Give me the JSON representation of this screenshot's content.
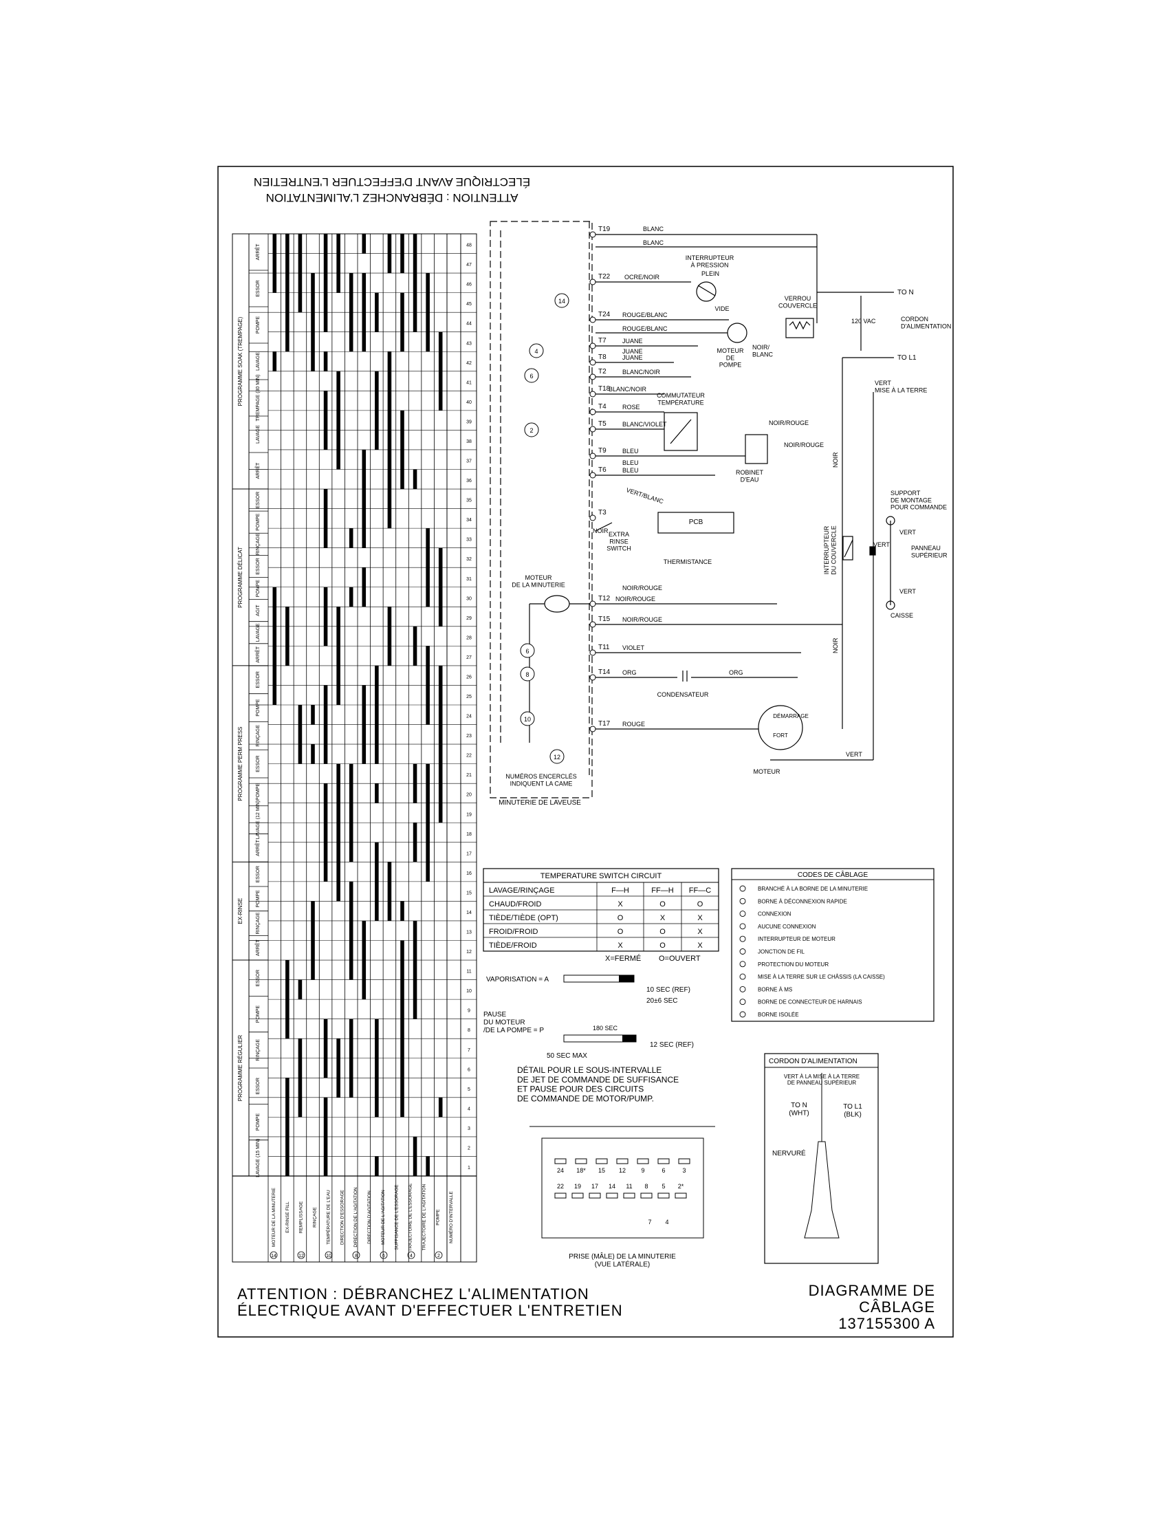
{
  "attention": {
    "line1": "ATTENTION : DÉBRANCHEZ L'ALIMENTATION",
    "line2": "ÉLECTRIQUE AVANT D'EFFECTUER L'ENTRETIEN"
  },
  "title": {
    "name": "DIAGRAMME DE CÂBLAGE",
    "number": "137155300 A"
  },
  "terminals": [
    "T19",
    "T22",
    "T24",
    "T7",
    "T8",
    "T2",
    "T18",
    "T4",
    "T5",
    "T9",
    "T6",
    "T3",
    "T12",
    "T15",
    "T11",
    "T14",
    "T17"
  ],
  "cams": [
    "14",
    "4",
    "6",
    "2",
    "8",
    "10",
    "12"
  ],
  "wires": {
    "w_blanc1": "BLANC",
    "w_blanc2": "BLANC",
    "w_ocre": "OCRE/NOIR",
    "w_rb1": "ROUGE/BLANC",
    "w_rb2": "ROUGE/BLANC",
    "w_jaune1": "JUANE",
    "w_jaune2": "JUANE",
    "w_jaune3": "JUANE",
    "w_bn": "BLANC/NOIR",
    "w_bn2": "BLANC/NOIR",
    "w_rose": "ROSE",
    "w_bv": "BLANC/VIOLET",
    "w_bleu1": "BLEU",
    "w_bleu2": "BLEU",
    "w_bleu3": "BLEU",
    "w_vb": "VERT/BLANC",
    "w_noir": "NOIR",
    "w_nr1": "NOIR/ROUGE",
    "w_nr2": "NOIR/ROUGE",
    "w_nr3": "NOIR/ROUGE",
    "w_nr4": "NOIR/ROUGE",
    "w_nr5": "NOIR/ROUGE",
    "w_violet": "VIOLET",
    "w_org1": "ORG",
    "w_org2": "ORG",
    "w_rouge": "ROUGE",
    "w_vert": "VERT",
    "w_noir_v": "NOIR",
    "w_noir_v2": "NOIR",
    "w_noirblanc": "NOIR/\nBLANC"
  },
  "components": {
    "pressure_switch": "INTERRUPTEUR\nÀ PRESSION",
    "plein": "PLEIN",
    "vide": "VIDE",
    "lid_lock": "VERROU\nCOUVERCLE",
    "pump_motor": "MOTEUR\nDE\nPOMPE",
    "temp_switch": "COMMUTATEUR\nTEMPÉRATURE",
    "water_valve": "ROBINET\nD'EAU",
    "pcb": "PCB",
    "extra_rinse": "EXTRA\nRINSE\nSWITCH",
    "thermistance": "THERMISTANCE",
    "timer_motor": "MOTEUR\nDE LA MINUTERIE",
    "condensateur": "CONDENSATEUR",
    "demarrage": "DÉMARRAGE",
    "fort": "FORT",
    "moteur": "MOTEUR",
    "lid_switch": "INTERRUPTEUR\nDU COUVERCLE",
    "to_n": "TO N",
    "to_l1": "TO L1",
    "vac": "120 VAC",
    "cordon": "CORDON\nD'ALIMENTATION",
    "ground": "VERT\nMISE À LA TERRE",
    "support": "SUPPORT\nDE MONTAGE\nPOUR COMMANDE",
    "panneau": "PANNEAU\nSUPÉRIEUR",
    "caisse": "CAISSE",
    "vert1": "VERT",
    "vert2": "VERT",
    "vert3": "VERT",
    "cam_note": "NUMÉROS ENCERCLÉS\nINDIQUENT LA CAME",
    "timer_label": "MINUTERIE DE LAVEUSE"
  },
  "temp_table": {
    "title": "TEMPERATURE SWITCH CIRCUIT",
    "headers": [
      "LAVAGE/RINÇAGE",
      "F—H",
      "FF—H",
      "FF—C"
    ],
    "rows": [
      [
        "CHAUD/FROID",
        "X",
        "O",
        "O"
      ],
      [
        "TIÈDE/TIÈDE  (OPT)",
        "O",
        "X",
        "X"
      ],
      [
        "FROID/FROID",
        "O",
        "O",
        "X"
      ],
      [
        "TIÈDE/FROID",
        "X",
        "O",
        "X"
      ]
    ],
    "footnote_x": "X=FERMÉ",
    "footnote_o": "O=OUVERT"
  },
  "codes": {
    "title": "CODES DE CÂBLAGE",
    "items": [
      "BRANCHÉ À LA BORNE DE LA MINUTERIE",
      "BORNE À DÉCONNEXION RAPIDE",
      "CONNEXION",
      "AUCUNE CONNEXION",
      "INTERRUPTEUR DE MOTEUR",
      "JONCTION DE FIL",
      "PROTECTION DU MOTEUR",
      "MISE À LA TERRE SUR LE CHÂSSIS (LA CAISSE)",
      "BORNE À MS",
      "BORNE DE CONNECTEUR DE HARNAIS",
      "BORNE ISOLÉE"
    ]
  },
  "timing": {
    "vaporisation": "VAPORISATION = A",
    "pause": "PAUSE\nDU MOTEUR\n/DE LA POMPE = P",
    "s10": "10 SEC (REF)",
    "s20": "20±6 SEC",
    "s180": "180 SEC",
    "s50": "50 SEC MAX",
    "s12": "12 SEC (REF)",
    "detail": "DÉTAIL POUR LE SOUS-INTERVALLE\nDE JET DE COMMANDE DE SUFFISANCE\nET PAUSE POUR DES CIRCUITS\nDE COMMANDE DE MOTOR/PUMP."
  },
  "plug": {
    "caption": "PRISE (MÂLE) DE LA MINUTERIE\n(VUE LATÉRALE)",
    "top": [
      "24",
      "18*",
      "15",
      "12",
      "9",
      "6",
      "3"
    ],
    "bottom": [
      "22",
      "19",
      "17",
      "14",
      "11",
      "8",
      "5",
      "2*",
      "7",
      "4"
    ]
  },
  "cord": {
    "title": "CORDON D'ALIMENTATION",
    "note": "VERT À LA MISE À LA TERRE\nDE PANNEAU SUPÉRIEUR",
    "ton": "TO N\n(WHT)",
    "tol1": "TO L1\n(BLK)",
    "nervure": "NERVURÉ"
  },
  "chart": {
    "sections": [
      {
        "program": "PROGRAMME SOAK (TREMPAGE)",
        "phases": [
          "ARRÊT",
          "ESSOR",
          "POMPE",
          "LAVAGE",
          "TREMPAGE (30 MIN)",
          "LAVAGE",
          "ARRÊT"
        ]
      },
      {
        "program": "PROGRAMME DÉLICAT",
        "phases": [
          "ESSOR",
          "POMPE",
          "RINÇAGE",
          "ESSOR",
          "POMPE",
          "AGIT",
          "LAVAGE",
          "ARRÊT"
        ]
      },
      {
        "program": "PROGRAMME PERM PRESS",
        "phases": [
          "ESSOR",
          "POMPE",
          "RINÇAGE",
          "ESSOR",
          "POMPE",
          "LAVAGE (12 MIN)",
          "ARRÊT"
        ]
      },
      {
        "program": "EX-RINSE",
        "phases": [
          "ESSOR",
          "POMPE",
          "RINÇAGE",
          "ARRÊT"
        ]
      },
      {
        "program": "PROGRAMME RÉGULIER",
        "phases": [
          "ESSOR",
          "POMPE",
          "RINÇAGE",
          "ESSOR",
          "POMPE",
          "LAVAGE (15 MIN)"
        ]
      }
    ],
    "legend_rows": [
      "MOTEUR DE LA MINUTERIE",
      "EX-RINSE FILL",
      "REMPLISSAGE",
      "RINÇAGE",
      "TEMPÉRATURE DE L'EAU",
      "DIRECTION D'ESSORAGE",
      "DIRECTION DE L'AGITATION",
      "DIRECTION D'AGITATION",
      "MOTEUR DE L'AGITATION",
      "SUFFISANCE DE L'ESSORAGE",
      "TRAJECTOIRE DE L'ESSORAGE",
      "TRAJECTOIRE DE L'AGITATION",
      "POMPE",
      "NUMÉRO D'INTERVALLE"
    ],
    "cam_numbers": [
      "14",
      "12",
      "10",
      "8",
      "6",
      "4",
      "2"
    ]
  }
}
